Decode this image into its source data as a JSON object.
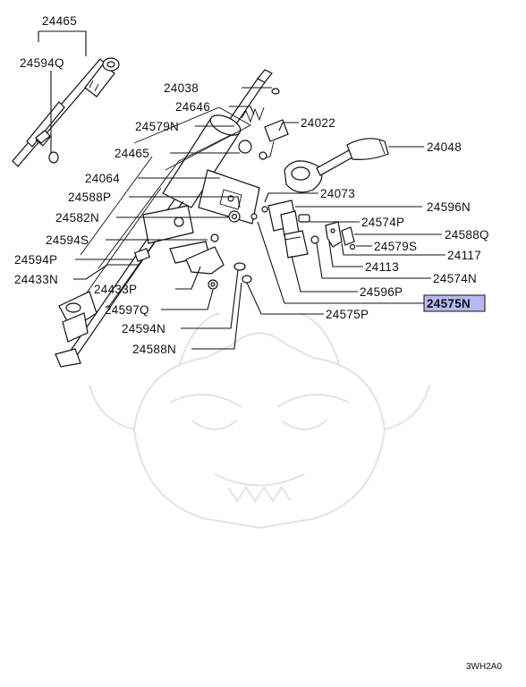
{
  "labels": {
    "p24465_top": "24465",
    "p24594Q_top": "24594Q",
    "p24038": "24038",
    "p24646": "24646",
    "p24579N": "24579N",
    "p24022": "24022",
    "p24465_mid": "24465",
    "p24048": "24048",
    "p24064": "24064",
    "p24073": "24073",
    "p24588P": "24588P",
    "p24596N": "24596N",
    "p24582N": "24582N",
    "p24574P": "24574P",
    "p24588Q": "24588Q",
    "p24594S": "24594S",
    "p24579S": "24579S",
    "p24594P": "24594P",
    "p24117": "24117",
    "p24113": "24113",
    "p24433N": "24433N",
    "p24574N": "24574N",
    "p24433P": "24433P",
    "p24596P": "24596P",
    "p24575N": "24575N",
    "p24597Q": "24597Q",
    "p24575P": "24575P",
    "p24594N": "24594N",
    "p24588N": "24588N"
  },
  "highlighted_part": "24575N",
  "highlight_color": "#b8b8f0",
  "diagram_code": "3WH2A0"
}
